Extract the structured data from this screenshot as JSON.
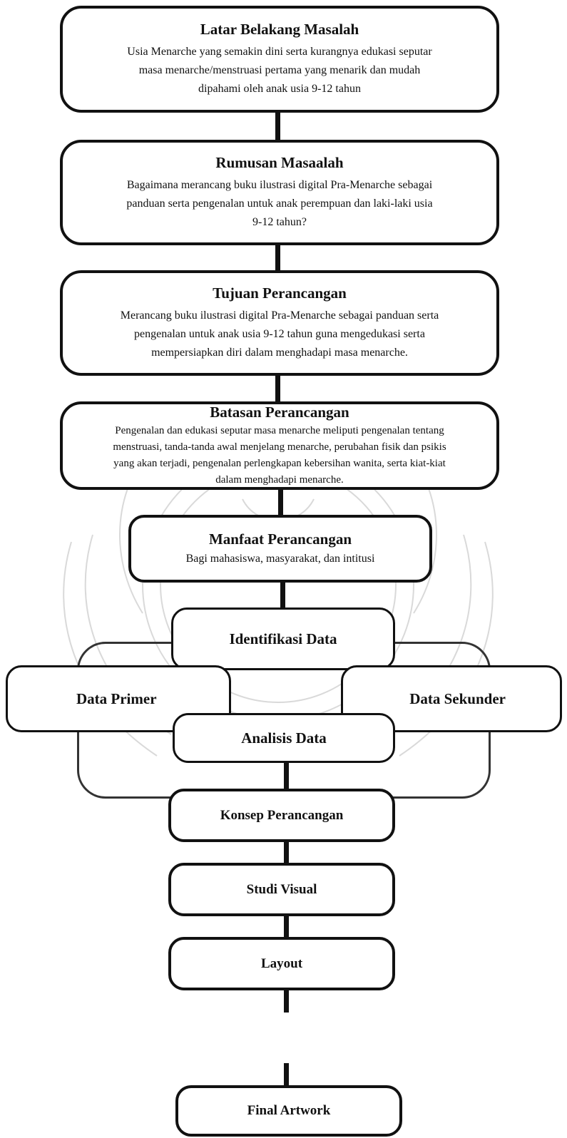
{
  "boxes": {
    "latar": {
      "title": "Latar Belakang Masalah",
      "lines": [
        "Usia Menarche yang semakin dini serta kurangnya edukasi seputar",
        "masa menarche/menstruasi pertama yang menarik dan mudah",
        "dipahami oleh anak usia 9-12 tahun"
      ]
    },
    "rumusan": {
      "title": "Rumusan Masaalah",
      "lines": [
        "Bagaimana merancang buku ilustrasi digital Pra-Menarche sebagai",
        "panduan serta pengenalan untuk anak perempuan dan laki-laki usia",
        "9-12 tahun?"
      ]
    },
    "tujuan": {
      "title": "Tujuan Perancangan",
      "lines": [
        "Merancang buku ilustrasi digital Pra-Menarche sebagai panduan serta",
        "pengenalan untuk anak usia 9-12 tahun guna mengedukasi serta",
        "mempersiapkan diri dalam menghadapi masa menarche."
      ]
    },
    "batasan": {
      "title": "Batasan Perancangan",
      "lines": [
        "Pengenalan dan edukasi seputar masa menarche meliputi pengenalan tentang",
        "menstruasi, tanda-tanda awal menjelang menarche,  perubahan fisik dan psikis",
        "yang akan terjadi, pengenalan perlengkapan kebersihan wanita, serta kiat-kiat",
        "dalam menghadapi menarche."
      ]
    },
    "manfaat": {
      "title": "Manfaat Perancangan",
      "lines": [
        "Bagi mahasiswa, masyarakat, dan intitusi"
      ]
    },
    "identifikasi": {
      "title": "Identifikasi Data"
    },
    "primer": {
      "title": "Data Primer"
    },
    "sekunder": {
      "title": "Data Sekunder"
    },
    "analisis": {
      "title": "Analisis Data"
    },
    "konsep": {
      "title": "Konsep Perancangan"
    },
    "studi": {
      "title": "Studi Visual"
    },
    "layout": {
      "title": "Layout"
    },
    "final": {
      "title": "Final Artwork"
    }
  }
}
